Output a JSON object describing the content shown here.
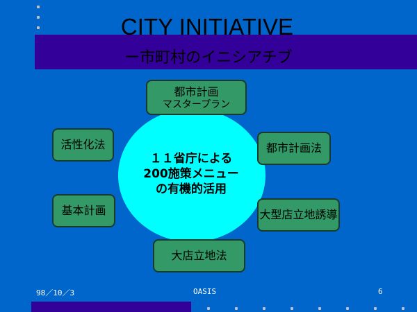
{
  "slide": {
    "title": "CITY INITIATIVE",
    "subtitle": "ー市町村のイニシアチブ",
    "center_lines": [
      "１１省庁による",
      "200施策メニュー",
      "の有機的活用"
    ],
    "boxes": {
      "top": {
        "line1": "都市計画",
        "line2": "マスタープラン"
      },
      "left_upper": "活性化法",
      "right_upper": "都市計画法",
      "left_lower": "基本計画",
      "right_lower": "大型店立地誘導",
      "bottom": "大店立地法"
    }
  },
  "footer": {
    "date": "98／10／3",
    "org": "OASIS",
    "page": "6"
  },
  "colors": {
    "background": "#0066cc",
    "band": "#330099",
    "circle": "#00ffff",
    "box": "#339966"
  }
}
